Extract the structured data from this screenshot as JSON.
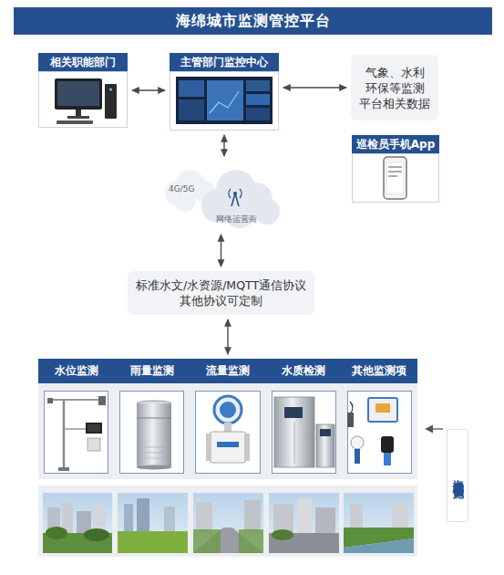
{
  "diagram": {
    "title": "海绵城市监测管控平台",
    "nodes": [
      {
        "text": [
          "相关职能部门"
        ]
      },
      {
        "text": [
          "主管部门监控中心"
        ]
      },
      {
        "text": [
          "气象、水利 环保等监测 平台相关数据"
        ]
      },
      {
        "text": [
          "巡检员手机App"
        ]
      },
      {
        "text": [
          "4G/5G",
          "网络运营商"
        ]
      },
      {
        "text": [
          "标准水文/水资源/MQTT通信协议 其他协议可定制"
        ]
      },
      {
        "text": [
          "水位监测"
        ]
      },
      {
        "text": [
          "雨量监测"
        ]
      },
      {
        "text": [
          "流量监测"
        ]
      },
      {
        "text": [
          "水质检测"
        ]
      },
      {
        "text": [
          "其他监测项"
        ]
      }
    ],
    "edges": [
      {
        "from": 0,
        "to": 1,
        "arrow": "both"
      },
      {
        "from": 1,
        "to": 2,
        "arrow": "both"
      },
      {
        "from": 1,
        "to": 4,
        "arrow": "both"
      },
      {
        "from": 4,
        "to": 5,
        "arrow": "both"
      },
      {
        "from": 5,
        "to": 8,
        "arrow": "both"
      }
    ],
    "labels": [
      "海绵城市基础设施"
    ]
  }
}
